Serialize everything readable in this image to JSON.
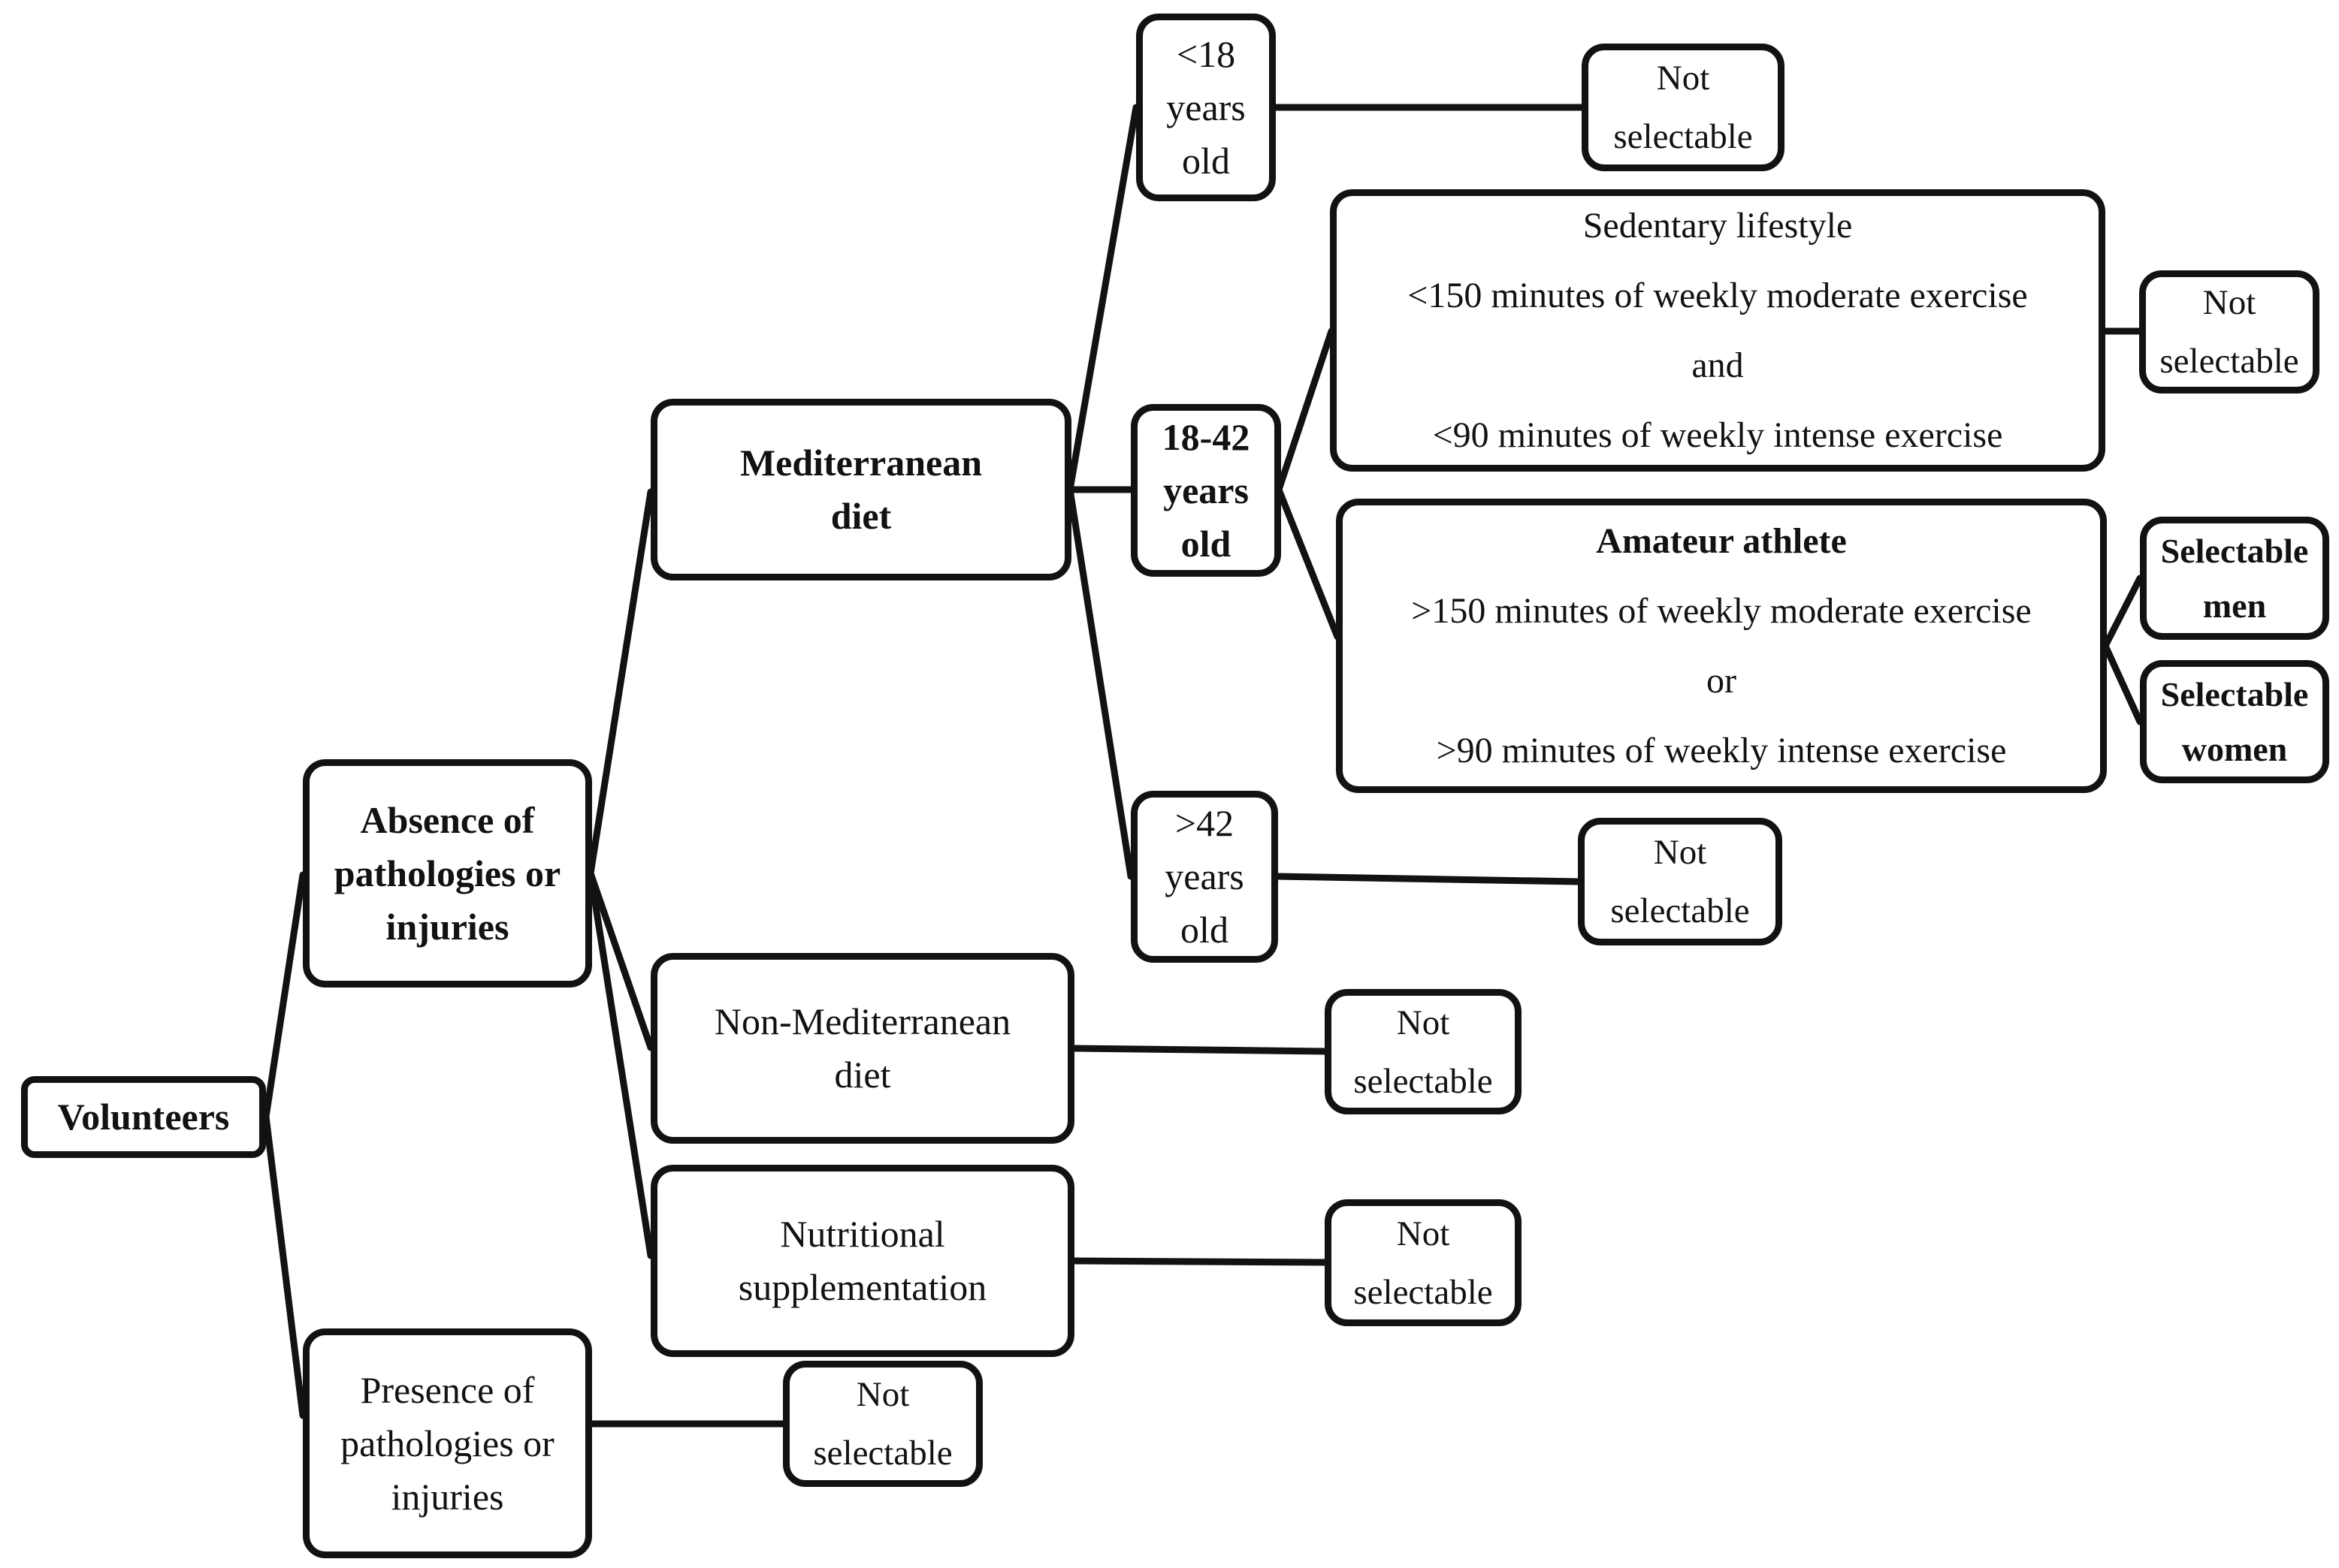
{
  "diagram": {
    "description": "Volunteer selection flowchart",
    "colors": {
      "background": "#ffffff",
      "border": "#121212",
      "line": "#121212",
      "text": "#121212"
    },
    "nodes": {
      "volunteers": {
        "label": "Volunteers"
      },
      "absence": {
        "lines": [
          "Absence of",
          "pathologies or",
          "injuries"
        ]
      },
      "presence": {
        "lines": [
          "Presence of",
          "pathologies or",
          "injuries"
        ]
      },
      "mediterranean": {
        "lines": [
          "Mediterranean",
          "diet"
        ]
      },
      "non_mediterranean": {
        "lines": [
          "Non-Mediterranean",
          "diet"
        ]
      },
      "nutritional": {
        "lines": [
          "Nutritional",
          "supplementation"
        ]
      },
      "under_18": {
        "lines": [
          "<18",
          "years",
          "old"
        ]
      },
      "age_18_42": {
        "lines": [
          "18-42",
          "years",
          "old"
        ]
      },
      "over_42": {
        "lines": [
          ">42",
          "years",
          "old"
        ]
      },
      "sedentary": {
        "title": "Sedentary lifestyle",
        "criterion1": "<150 minutes of weekly moderate exercise",
        "conjunction": "and",
        "criterion2": "<90 minutes of weekly intense exercise"
      },
      "amateur": {
        "title": "Amateur athlete",
        "criterion1": ">150 minutes of weekly moderate exercise",
        "conjunction": "or",
        "criterion2": ">90 minutes of weekly intense exercise"
      },
      "not_selectable_under_18": {
        "lines": [
          "Not",
          "selectable"
        ]
      },
      "not_selectable_sedentary": {
        "lines": [
          "Not",
          "selectable"
        ]
      },
      "selectable_men": {
        "lines": [
          "Selectable",
          "men"
        ]
      },
      "selectable_women": {
        "lines": [
          "Selectable",
          "women"
        ]
      },
      "not_selectable_over_42": {
        "lines": [
          "Not",
          "selectable"
        ]
      },
      "not_selectable_non_mediterranean": {
        "lines": [
          "Not",
          "selectable"
        ]
      },
      "not_selectable_nutritional": {
        "lines": [
          "Not",
          "selectable"
        ]
      },
      "not_selectable_presence": {
        "lines": [
          "Not",
          "selectable"
        ]
      }
    }
  }
}
